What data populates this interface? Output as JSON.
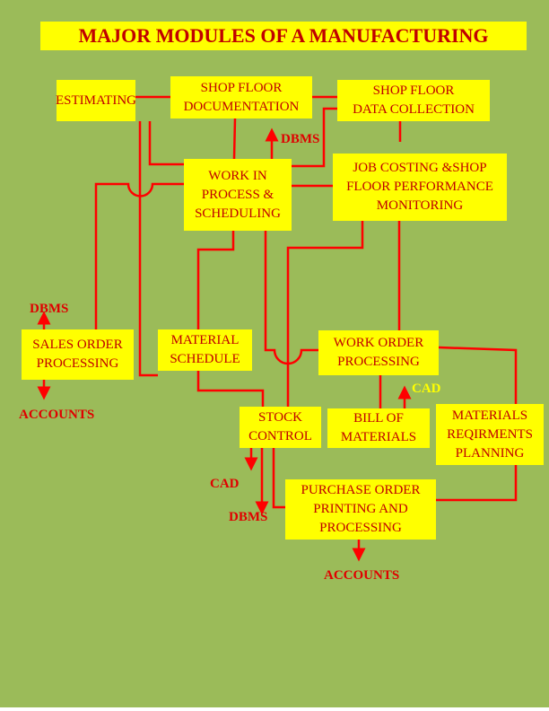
{
  "title": "MAJOR MODULES OF A MANUFACTURING",
  "modules": {
    "estimating": [
      "ESTIMATING"
    ],
    "shop_floor_documentation": [
      "SHOP FLOOR",
      "DOCUMENTATION"
    ],
    "shop_floor_data_collection": [
      "SHOP FLOOR",
      "DATA COLLECTION"
    ],
    "work_in_process": [
      "WORK IN",
      "PROCESS &",
      "SCHEDULING"
    ],
    "job_costing": [
      "JOB COSTING &SHOP",
      "FLOOR PERFORMANCE",
      "MONITORING"
    ],
    "sales_order": [
      "SALES ORDER",
      "PROCESSING"
    ],
    "material_schedule": [
      "MATERIAL",
      "SCHEDULE"
    ],
    "work_order": [
      "WORK ORDER",
      "PROCESSING"
    ],
    "stock_control": [
      "STOCK",
      "CONTROL"
    ],
    "bill_of_materials": [
      "BILL OF",
      "MATERIALS"
    ],
    "mrp": [
      "MATERIALS",
      "REQIRMENTS",
      "PLANNING"
    ],
    "purchase_order": [
      "PURCHASE ORDER",
      "PRINTING AND",
      "PROCESSING"
    ]
  },
  "labels": {
    "dbms_wip": "DBMS",
    "dbms_sales": "DBMS",
    "accounts_sales": "ACCOUNTS",
    "cad_bom": "CAD",
    "cad_stock": "CAD",
    "dbms_stock": "DBMS",
    "accounts_po": "ACCOUNTS"
  },
  "colors": {
    "background": "#9bbb59",
    "box": "#ffff00",
    "line": "#ff0000",
    "text": "#c00000"
  }
}
